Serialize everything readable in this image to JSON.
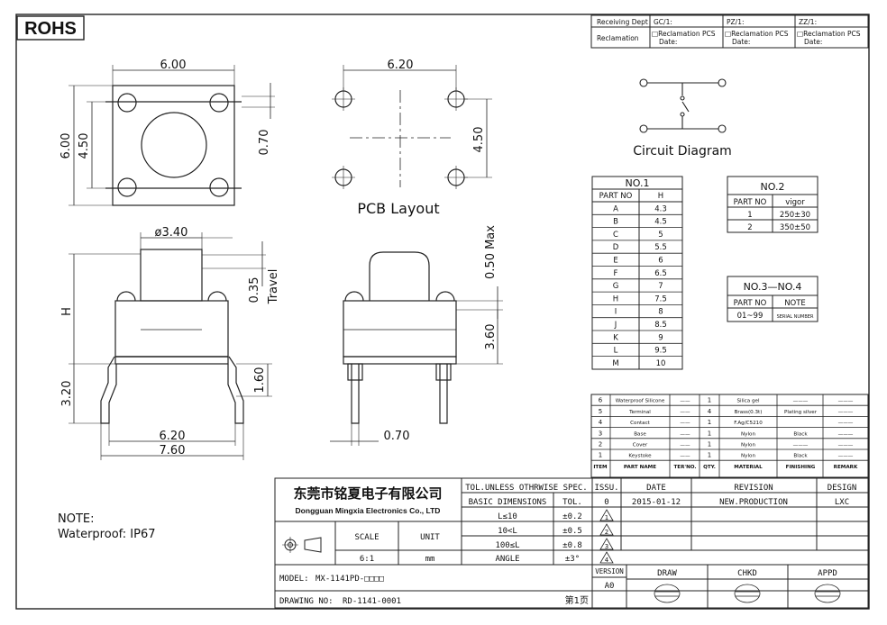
{
  "rohs_label": "ROHS",
  "header_approval": {
    "receiving_dept": "Receiving Dept",
    "gc": "GC/1:",
    "pz": "PZ/1:",
    "zz": "ZZ/1:",
    "reclamation": "Reclamation",
    "reclamation_pcs": "□Reclamation  PCS",
    "date": "Date:"
  },
  "drawing_dims": {
    "top_width": "6.00",
    "top_height": "6.00",
    "top_inner": "4.50",
    "top_leg": "0.70",
    "pcb_width": "6.20",
    "pcb_height": "4.50",
    "pcb_title": "PCB Layout",
    "cap_dia": "ø3.40",
    "h": "H",
    "travel": "0.35",
    "travel_label": "Travel",
    "leg_h": "3.20",
    "leg_16": "1.60",
    "leg_620": "6.20",
    "leg_760": "7.60",
    "max_label": "0.50 Max",
    "side_360": "3.60",
    "side_070": "0.70"
  },
  "circuit_title": "Circuit Diagram",
  "no1": {
    "title": "NO.1",
    "headers": [
      "PART NO",
      "H"
    ],
    "rows": [
      [
        "A",
        "4.3"
      ],
      [
        "B",
        "4.5"
      ],
      [
        "C",
        "5"
      ],
      [
        "D",
        "5.5"
      ],
      [
        "E",
        "6"
      ],
      [
        "F",
        "6.5"
      ],
      [
        "G",
        "7"
      ],
      [
        "H",
        "7.5"
      ],
      [
        "I",
        "8"
      ],
      [
        "J",
        "8.5"
      ],
      [
        "K",
        "9"
      ],
      [
        "L",
        "9.5"
      ],
      [
        "M",
        "10"
      ]
    ]
  },
  "no2": {
    "title": "NO.2",
    "headers": [
      "PART NO",
      "vigor"
    ],
    "rows": [
      [
        "1",
        "250±30"
      ],
      [
        "2",
        "350±50"
      ]
    ]
  },
  "no34": {
    "title": "NO.3—NO.4",
    "headers": [
      "PART NO",
      "NOTE"
    ],
    "rows": [
      [
        "01~99",
        "SERIAL NUMBER"
      ]
    ]
  },
  "parts": {
    "rows": [
      [
        "6",
        "Waterproof Silicone",
        "——",
        "1",
        "Silica gel",
        "———",
        "———"
      ],
      [
        "5",
        "Terminal",
        "——",
        "4",
        "Brass(0.3t)",
        "Plating silver",
        "———"
      ],
      [
        "4",
        "Contact",
        "——",
        "1",
        "F.Ag/C5210",
        "",
        "———"
      ],
      [
        "3",
        "Base",
        "——",
        "1",
        "Nylon",
        "Black",
        "———"
      ],
      [
        "2",
        "Cover",
        "——",
        "1",
        "Nylon",
        "———",
        "———"
      ],
      [
        "1",
        "Keystoke",
        "——",
        "1",
        "Nylon",
        "Black",
        "———"
      ]
    ],
    "headers": [
      "ITEM",
      "PART NAME",
      "TER'NO.",
      "QTY.",
      "MATERIAL",
      "FINISHING",
      "REMARK"
    ]
  },
  "title_block": {
    "company_cn": "东莞市铭夏电子有限公司",
    "company_en": "Dongguan Mingxia Electronics Co., LTD",
    "tol_head": "TOL.UNLESS OTHRWISE SPEC.",
    "basic_dim": "BASIC DIMENSIONS",
    "tol": "TOL.",
    "tol_rows": [
      [
        "L≤10",
        "±0.2"
      ],
      [
        "10<L",
        "±0.5"
      ],
      [
        "100≤L",
        "±0.8"
      ],
      [
        "ANGLE",
        "±3°"
      ]
    ],
    "scale_label": "SCALE",
    "unit_label": "UNIT",
    "scale_val": "6:1",
    "unit_val": "mm",
    "issu": "ISSU.",
    "date_h": "DATE",
    "revision_h": "REVISION",
    "design_h": "DESIGN",
    "issu_val": "0",
    "date_val": "2015-01-12",
    "revision_val": "NEW.PRODUCTION",
    "design_val": "LXC",
    "tri": [
      "1",
      "2",
      "3",
      "4"
    ],
    "version_label": "VERSION",
    "version_val": "A0",
    "draw": "DRAW",
    "chkd": "CHKD",
    "appd": "APPD",
    "model_label": "MODEL:",
    "model_val": "MX-1141PD-□□□□",
    "drawing_no_label": "DRAWING NO:",
    "drawing_no_val": "RD-1141-0001",
    "page": "第1页"
  },
  "note": {
    "title": "NOTE:",
    "text": "Waterproof: IP67"
  }
}
